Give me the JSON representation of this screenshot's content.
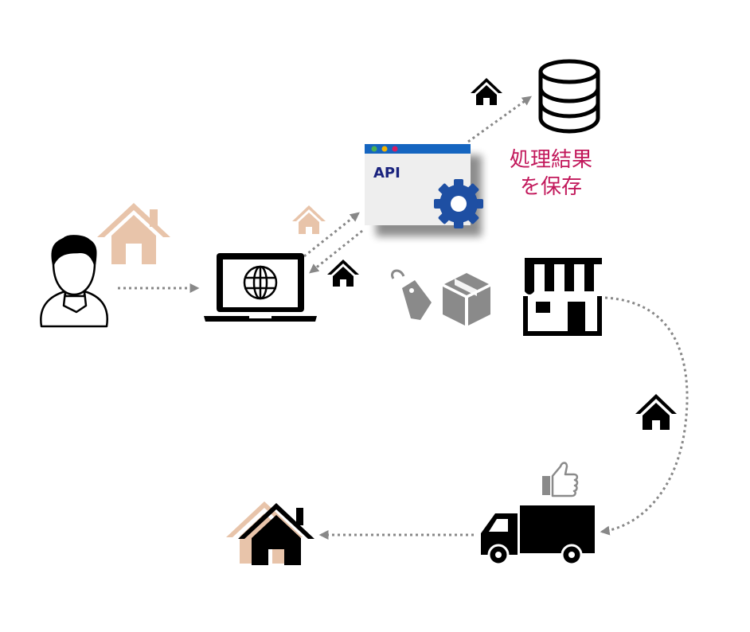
{
  "api_window": {
    "label": "API",
    "dot_colors": [
      "#4caf50",
      "#f4b400",
      "#d81b60"
    ],
    "title_bar_color": "#1565c0",
    "gear_color": "#1e4fa3"
  },
  "storage_caption": {
    "line1": "処理結果",
    "line2": "を保存",
    "color": "#c2185b"
  },
  "colors": {
    "peach_house": "#e8c4aa",
    "black": "#000000",
    "gray_icon": "#8a8a8a",
    "arrow": "#888888"
  },
  "icons": [
    "person-icon",
    "peach-house-icon",
    "laptop-globe-icon",
    "api-window-icon",
    "gear-icon",
    "database-icon",
    "store-icon",
    "price-tag-icon",
    "box-icon",
    "delivery-truck-icon",
    "thumbs-up-icon",
    "destination-house-icon"
  ]
}
